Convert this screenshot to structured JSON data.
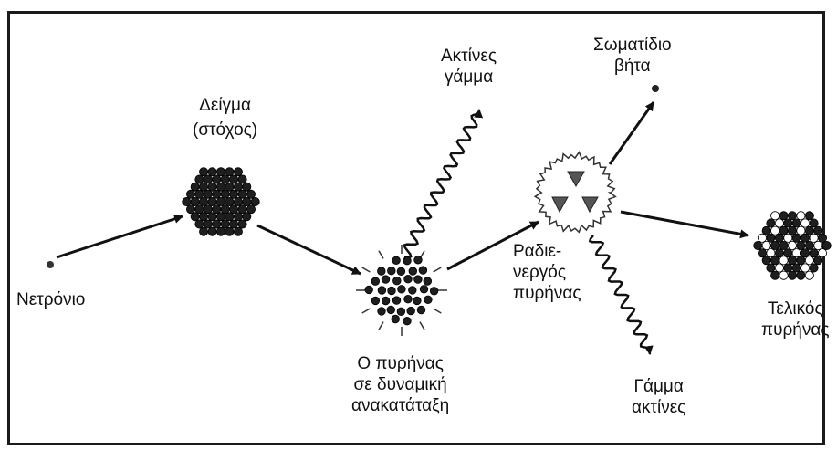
{
  "labels": {
    "neutron": "Νετρόνιο",
    "target_line1": "Δείγμα",
    "target_line2": "(στόχος)",
    "gamma_top_line1": "Ακτίνες",
    "gamma_top_line2": "γάμμα",
    "beta_line1": "Σωματίδιο",
    "beta_line2": "βήτα",
    "excited_line1": "Ο πυρήνας",
    "excited_line2": "σε δυναμική",
    "excited_line3": "ανακατάταξη",
    "radioactive_line1": "Ραδιε-",
    "radioactive_line2": "νεργός",
    "radioactive_line3": "πυρήνας",
    "final_line1": "Τελικός",
    "final_line2": "πυρήνας",
    "gamma_bottom_line1": "Γάμμα",
    "gamma_bottom_line2": "ακτίνες"
  },
  "colors": {
    "ink": "#111111",
    "frame": "#1a1a1a",
    "nucleon_dark": "#1e1e1e",
    "nucleon_light": "#ffffff"
  }
}
